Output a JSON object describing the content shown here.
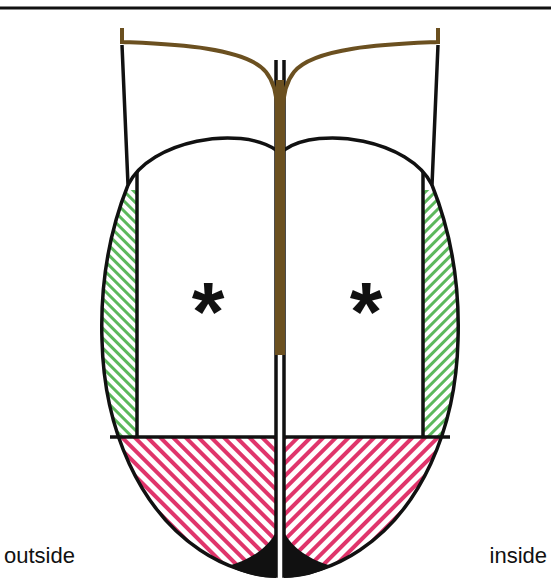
{
  "diagram": {
    "labels": [
      "*",
      "*",
      "outside",
      "inside"
    ]
  }
}
